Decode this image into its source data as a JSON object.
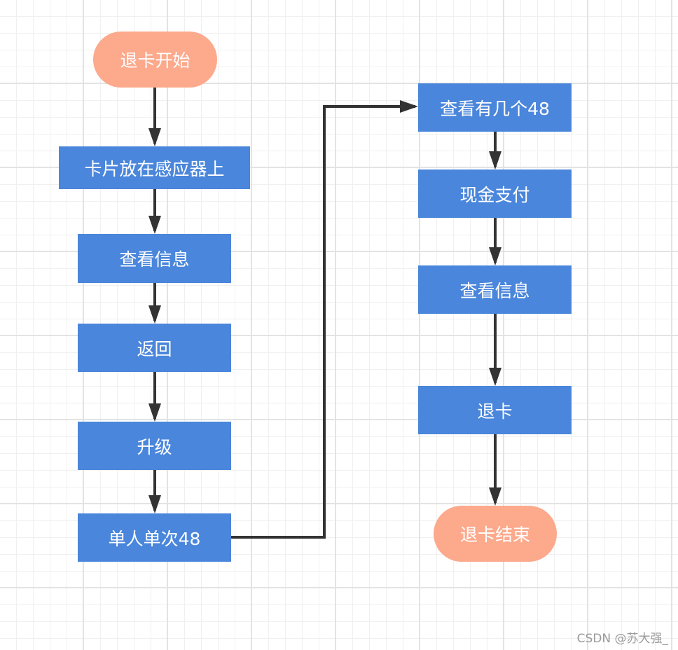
{
  "flowchart": {
    "nodes": {
      "start": "退卡开始",
      "place_card": "卡片放在感应器上",
      "view_info_1": "查看信息",
      "go_back": "返回",
      "upgrade": "升级",
      "single_48": "单人单次48",
      "check_count_48": "查看有几个48",
      "cash_payment": "现金支付",
      "view_info_2": "查看信息",
      "return_card": "退卡",
      "end": "退卡结束"
    },
    "edges": [
      [
        "start",
        "place_card"
      ],
      [
        "place_card",
        "view_info_1"
      ],
      [
        "view_info_1",
        "go_back"
      ],
      [
        "go_back",
        "upgrade"
      ],
      [
        "upgrade",
        "single_48"
      ],
      [
        "single_48",
        "check_count_48"
      ],
      [
        "check_count_48",
        "cash_payment"
      ],
      [
        "cash_payment",
        "view_info_2"
      ],
      [
        "view_info_2",
        "return_card"
      ],
      [
        "return_card",
        "end"
      ]
    ]
  },
  "colors": {
    "process": "#4a86db",
    "terminal": "#fca98c",
    "arrow": "#333333"
  },
  "watermark": "CSDN @苏大强_"
}
